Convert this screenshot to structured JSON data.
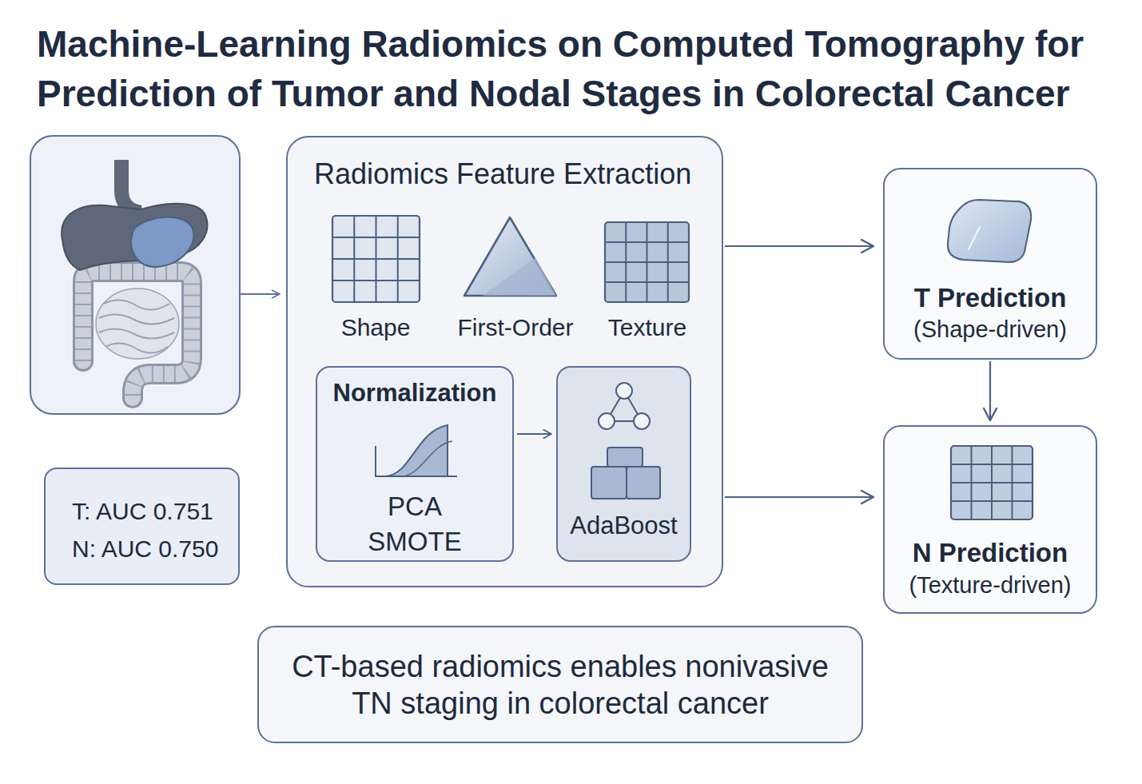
{
  "diagram": {
    "title": "Machine-Learning Radiomics on Computed Tomography for Prediction of Tumor and Nodal Stages in Colorectal Cancer",
    "nodes": [
      {
        "text": [
          "Radiomics Feature Extraction"
        ]
      },
      {
        "text": [
          "Shape"
        ],
        "in": 0
      },
      {
        "text": [
          "First-Order"
        ],
        "in": 0
      },
      {
        "text": [
          "Texture"
        ],
        "in": 0
      },
      {
        "text": [
          "Normalization",
          "PCA SMOTE"
        ],
        "in": 0
      },
      {
        "text": [
          "AdaBoost"
        ],
        "in": 0
      },
      {
        "text": [
          "T Prediction",
          "(Shape-driven)"
        ]
      },
      {
        "text": [
          "N Prediction",
          "(Texture-driven)"
        ]
      },
      {
        "text": [
          "T: AUC 0.751",
          "N: AUC 0.750"
        ]
      },
      {
        "text": [
          "CT-based radiomics enables nonivasive TN staging in colorectal cancer"
        ]
      }
    ],
    "edges": [
      {
        "from": 4,
        "to": 5,
        "arrow": "to"
      },
      {
        "from": 0,
        "to": 6,
        "arrow": "to"
      },
      {
        "from": 0,
        "to": 7,
        "arrow": "to"
      },
      {
        "from": 6,
        "to": 7,
        "arrow": "to"
      }
    ]
  }
}
